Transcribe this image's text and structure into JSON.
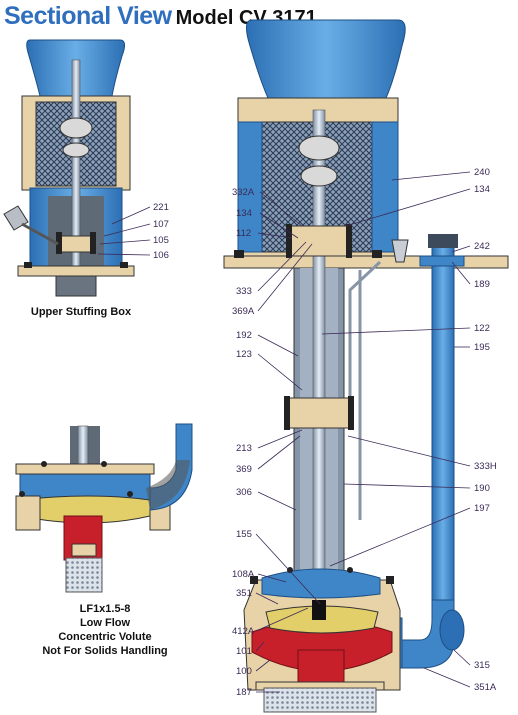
{
  "header": {
    "title": "Sectional View",
    "model": "Model CV 3171"
  },
  "captions": {
    "upper_stuffing_box": "Upper Stuffing Box",
    "lf_line1": "LF1x1.5-8",
    "lf_line2": "Low Flow",
    "lf_line3": "Concentric Volute",
    "lf_line4": "Not For Solids Handling"
  },
  "labels": {
    "l221": "221",
    "l107": "107",
    "l105": "105",
    "l106": "106",
    "l240": "240",
    "l134r": "134",
    "l242": "242",
    "l189": "189",
    "l122": "122",
    "l195": "195",
    "l333h": "333H",
    "l190": "190",
    "l197": "197",
    "l315": "315",
    "l351a": "351A",
    "l332a": "332A",
    "l134l": "134",
    "l112": "112",
    "l333": "333",
    "l369a": "369A",
    "l192": "192",
    "l123": "123",
    "l213": "213",
    "l369": "369",
    "l306": "306",
    "l155": "155",
    "l108a": "108A",
    "l351": "351",
    "l412a": "412A",
    "l101": "101",
    "l100": "100",
    "l187": "187"
  },
  "colors": {
    "title_blue": "#2f6fbd",
    "motor_blue": "#3f86c8",
    "frame_tan": "#e8d3a8",
    "impeller_red": "#c8202a",
    "volute_yellow": "#e2cf6a",
    "label_purple": "#3b2a57"
  }
}
